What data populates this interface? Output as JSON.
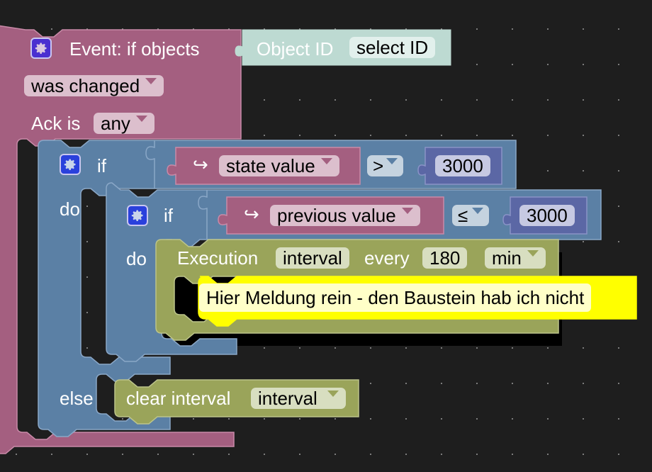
{
  "workspace": {
    "theme": "dark",
    "colors": {
      "background": "#1e1e1e",
      "event_block": "#a45f80",
      "logic_block": "#5b80a5",
      "value_block": "#5b67a5",
      "timer_block": "#9aa45a",
      "id_block": "#bddad2",
      "comment_block": "#ffff00"
    }
  },
  "event_block": {
    "title": "Event: if objects",
    "trigger": "was changed",
    "ack_label": "Ack is",
    "ack_value": "any",
    "object_id": {
      "label": "Object ID",
      "value": "select ID"
    }
  },
  "outer_if": {
    "if_label": "if",
    "do_label": "do",
    "else_label": "else",
    "condition": {
      "arrow": "↪",
      "source": "state value",
      "operator": ">",
      "value": "3000"
    }
  },
  "inner_if": {
    "if_label": "if",
    "do_label": "do",
    "condition": {
      "arrow": "↪",
      "source": "previous value",
      "operator": "≤",
      "value": "3000"
    }
  },
  "execution_block": {
    "label": "Execution",
    "interval_name": "interval",
    "every_label": "every",
    "amount": "180",
    "unit": "min"
  },
  "comment_block": {
    "text": "Hier Meldung rein - den Baustein hab ich nicht"
  },
  "clear_interval_block": {
    "label": "clear interval",
    "interval_name": "interval"
  }
}
